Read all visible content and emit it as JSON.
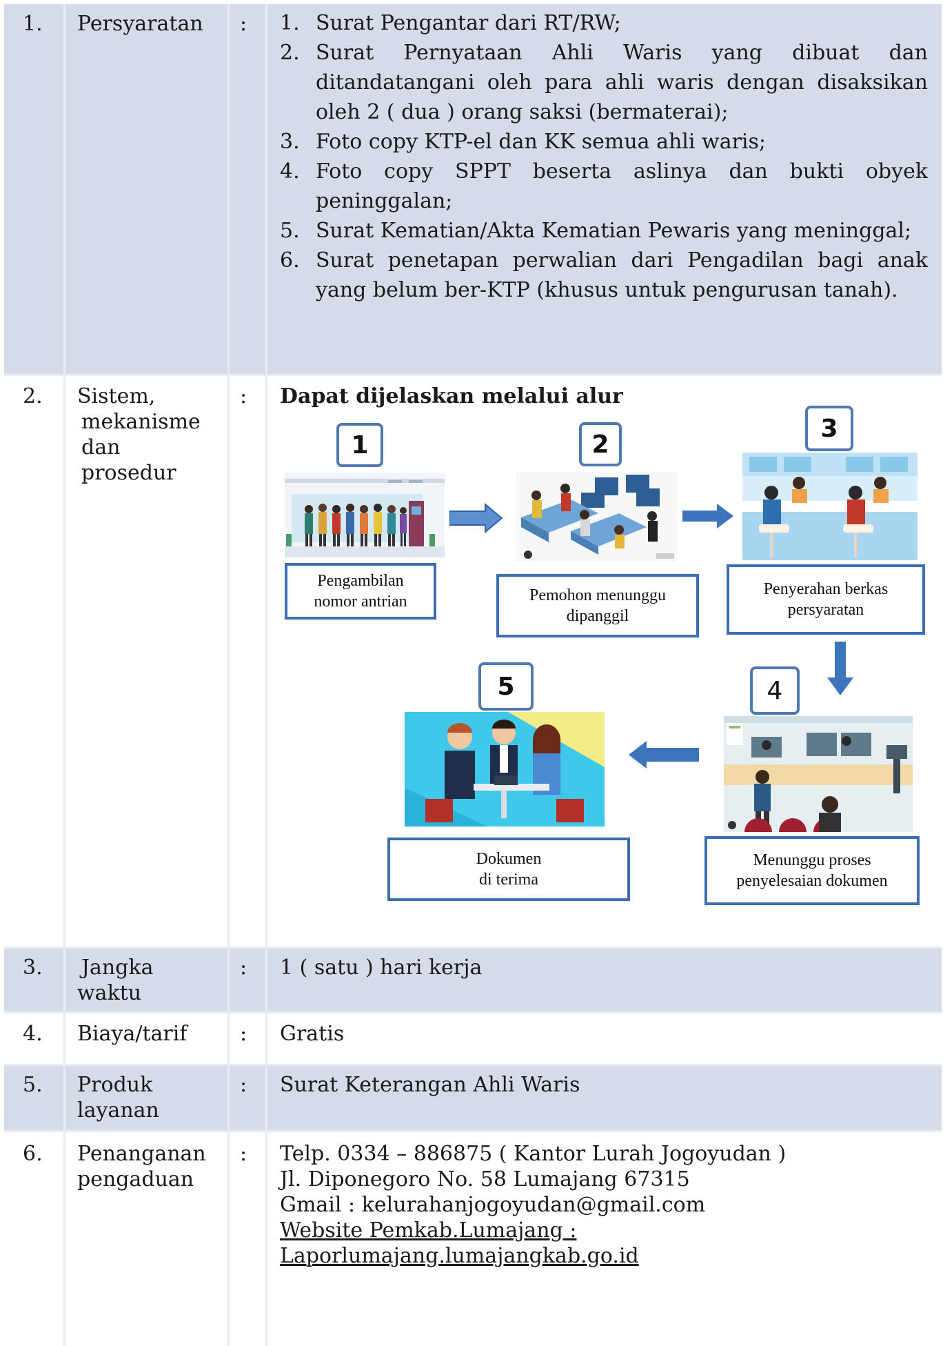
{
  "rows": [
    {
      "num": "1.",
      "label_lines": [
        "Persyaratan"
      ],
      "colon": ":"
    },
    {
      "num": "2.",
      "label_lines": [
        "Sistem,",
        "mekanisme",
        "dan",
        "prosedur"
      ],
      "colon": ":"
    },
    {
      "num": "3.",
      "label_lines": [
        "Jangka",
        "waktu"
      ],
      "colon": ":",
      "value": "1 ( satu ) hari kerja"
    },
    {
      "num": "4.",
      "label_lines": [
        "Biaya/tarif"
      ],
      "colon": ":",
      "value": "Gratis"
    },
    {
      "num": "5.",
      "label_lines": [
        "Produk",
        "layanan"
      ],
      "colon": ":",
      "value": "Surat Keterangan Ahli Waris"
    },
    {
      "num": "6.",
      "label_lines": [
        "Penanganan",
        "pengaduan"
      ],
      "colon": ":"
    }
  ],
  "requirements": [
    {
      "n": "1.",
      "text": "Surat Pengantar dari RT/RW;"
    },
    {
      "n": "2.",
      "text": "Surat Pernyataan Ahli Waris yang dibuat dan ditandatangani oleh para ahli waris dengan disaksikan oleh 2 ( dua ) orang saksi (bermaterai);"
    },
    {
      "n": "3.",
      "text": "Foto copy KTP-el dan KK semua ahli waris;"
    },
    {
      "n": "4.",
      "text": "Foto copy SPPT beserta aslinya dan bukti obyek peninggalan;"
    },
    {
      "n": "5.",
      "text": "Surat Kematian/Akta Kematian Pewaris yang meninggal;"
    },
    {
      "n": "6.",
      "text": "Surat penetapan perwalian dari Pengadilan bagi anak yang belum ber-KTP (khusus untuk pengurusan tanah)."
    }
  ],
  "flow": {
    "title": "Dapat dijelaskan melalui alur",
    "steps": [
      {
        "number": "1",
        "caption_lines": [
          "Pengambilan",
          "nomor antrian"
        ]
      },
      {
        "number": "2",
        "caption_lines": [
          "Pemohon menunggu",
          "dipanggil"
        ]
      },
      {
        "number": "3",
        "caption_lines": [
          "Penyerahan berkas",
          "persyaratan"
        ]
      },
      {
        "number": "4",
        "caption_lines": [
          "Menunggu proses",
          "penyelesaian dokumen"
        ]
      },
      {
        "number": "5",
        "caption_lines": [
          "Dokumen",
          "di terima"
        ]
      }
    ]
  },
  "complaint": {
    "phone": "Telp. 0334 – 886875 ( Kantor Lurah Jogoyudan )",
    "address": "Jl. Diponegoro No. 58 Lumajang 67315",
    "gmail": "Gmail : kelurahanjogoyudan@gmail.com",
    "website_label": "Website Pemkab.Lumajang :",
    "website_url": "Laporlumajang.lumajangkab.go.id"
  },
  "colors": {
    "band": "#d5dbe8",
    "divider": "#e8ecf3",
    "step_border": "#4f79b3",
    "arrow": "#3d74bd"
  }
}
